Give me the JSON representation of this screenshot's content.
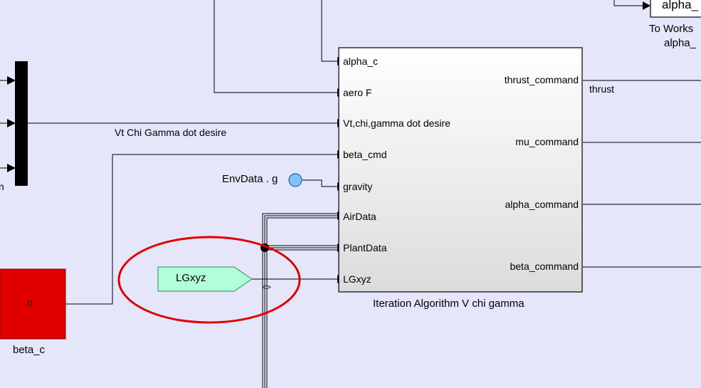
{
  "model": {
    "main_block": {
      "title": "Iteration Algorithm V chi gamma",
      "inputs": [
        "alpha_c",
        "aero F",
        "Vt,chi,gamma dot desire",
        "beta_cmd",
        "gravity",
        "AirData",
        "PlantData",
        "LGxyz"
      ],
      "outputs": [
        "thrust_command",
        "mu_command",
        "alpha_command",
        "beta_command"
      ]
    },
    "signals": {
      "thrust": "thrust",
      "vt_chi_gamma": "Vt Chi Gamma dot desire",
      "bus_marker": "<>"
    },
    "env_data": {
      "label": "EnvData . g"
    },
    "goto_tag": {
      "label": "LGxyz"
    },
    "constant": {
      "value": "0",
      "name": "beta_c"
    },
    "to_workspace": {
      "text": "alpha_",
      "caption1": "To Works",
      "caption2": "alpha_"
    },
    "partial_label": {
      "text": "n"
    }
  },
  "colors": {
    "background": "#e6e6fa",
    "constant_fill": "#e00000",
    "goto_fill": "#b0ffd8",
    "env_fill": "#7cc4f4",
    "highlight": "#e00000"
  }
}
